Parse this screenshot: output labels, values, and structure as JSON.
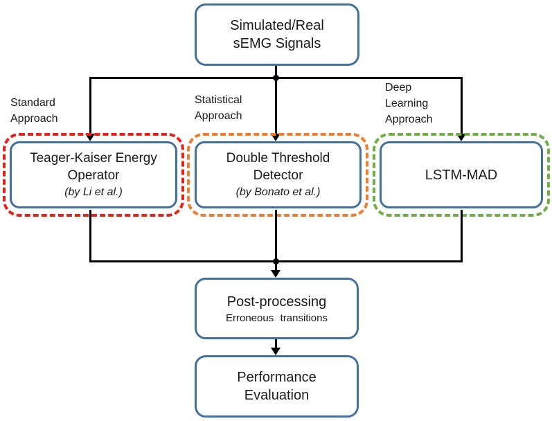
{
  "colors": {
    "box_border": "#41719c",
    "standard_outline": "#e3231a",
    "statistical_outline": "#ed7d31",
    "deep_outline": "#70ad47",
    "connector": "#000000"
  },
  "nodes": {
    "input": {
      "label": "Simulated/Real sEMG Signals"
    },
    "standard": {
      "approach_label": "Standard Approach",
      "title": "Teager-Kaiser Energy Operator",
      "citation": "(by Li et al.)"
    },
    "statistical": {
      "approach_label": "Statistical Approach",
      "title": "Double Threshold Detector",
      "citation": "(by Bonato et al.)"
    },
    "deep": {
      "approach_label": "Deep Learning Approach",
      "title": "LSTM-MAD"
    },
    "post_processing": {
      "title": "Post-processing",
      "subtitle": "Erroneous transitions"
    },
    "performance": {
      "title": "Performance Evaluation"
    }
  }
}
